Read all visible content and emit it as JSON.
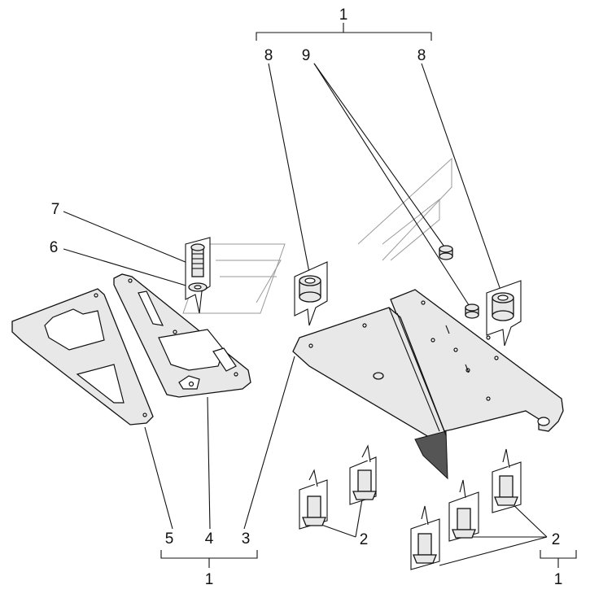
{
  "callouts": [
    {
      "id": "top-group",
      "text": "1"
    },
    {
      "id": "bushing-left",
      "text": "8"
    },
    {
      "id": "spacer",
      "text": "9"
    },
    {
      "id": "bushing-right",
      "text": "8"
    },
    {
      "id": "bolt",
      "text": "7"
    },
    {
      "id": "washer",
      "text": "6"
    },
    {
      "id": "plate-outer",
      "text": "5"
    },
    {
      "id": "plate-inner",
      "text": "4"
    },
    {
      "id": "hinge-plate",
      "text": "3"
    },
    {
      "id": "screws-middle",
      "text": "2"
    },
    {
      "id": "screws-right",
      "text": "2"
    },
    {
      "id": "bottom-group-left",
      "text": "1"
    },
    {
      "id": "bottom-group-right",
      "text": "1"
    }
  ]
}
